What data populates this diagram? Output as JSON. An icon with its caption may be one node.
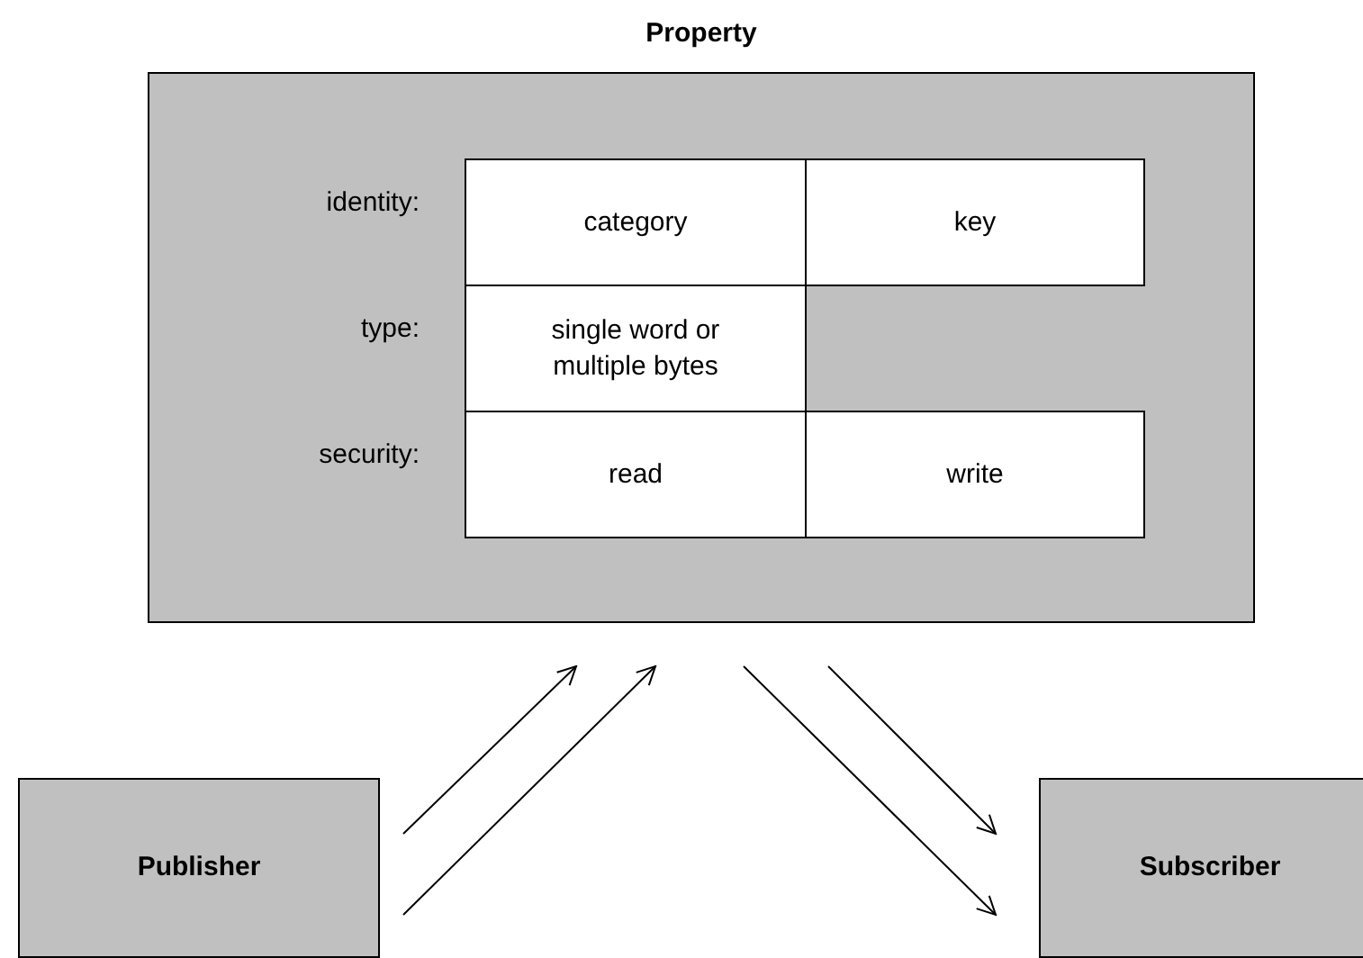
{
  "diagram": {
    "nodes": [
      {
        "text": [
          "Property"
        ]
      },
      {
        "text": [
          "category"
        ],
        "in": 0
      },
      {
        "text": [
          "key"
        ],
        "in": 0
      },
      {
        "text": [
          "single word or multiple bytes"
        ],
        "in": 0
      },
      {
        "text": [
          "read"
        ],
        "in": 0
      },
      {
        "text": [
          "write"
        ],
        "in": 0
      },
      {
        "text": [
          "Publisher"
        ]
      },
      {
        "text": [
          "Subscriber"
        ]
      }
    ],
    "edges": [
      {
        "from": 6,
        "to": 0,
        "arrow": "to"
      },
      {
        "from": 6,
        "to": 0,
        "arrow": "to"
      },
      {
        "from": 0,
        "to": 7,
        "arrow": "to"
      },
      {
        "from": 0,
        "to": 7,
        "arrow": "to"
      }
    ],
    "labels": [
      "identity:",
      "type:",
      "security:"
    ]
  }
}
